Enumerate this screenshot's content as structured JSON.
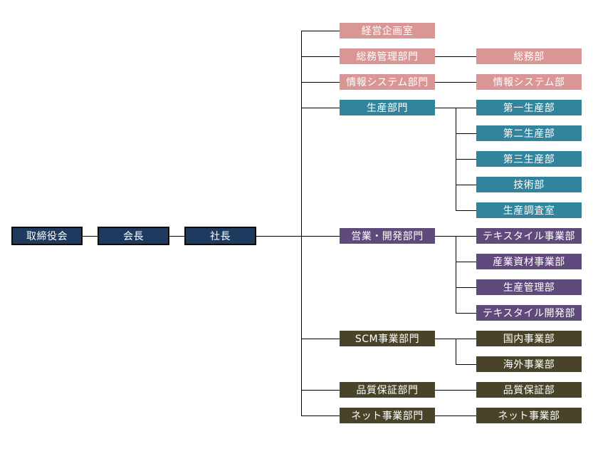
{
  "colors": {
    "executive": "#1f3a5f",
    "pink": "#d99694",
    "teal": "#31849b",
    "purple": "#604a7b",
    "olive": "#494429"
  },
  "executives": [
    "取締役会",
    "会長",
    "社長"
  ],
  "divisions": [
    {
      "name": "経営企画室",
      "color": "pink",
      "depts": []
    },
    {
      "name": "総務管理部門",
      "color": "pink",
      "depts": [
        "総務部"
      ]
    },
    {
      "name": "情報システム部門",
      "color": "pink",
      "depts": [
        "情報システム部"
      ]
    },
    {
      "name": "生産部門",
      "color": "teal",
      "depts": [
        "第一生産部",
        "第二生産部",
        "第三生産部",
        "技術部",
        "生産調査室"
      ]
    },
    {
      "name": "営業・開発部門",
      "color": "purple",
      "depts": [
        "テキスタイル事業部",
        "産業資材事業部",
        "生産管理部",
        "テキスタイル開発部"
      ]
    },
    {
      "name": "SCM事業部門",
      "color": "olive",
      "depts": [
        "国内事業部",
        "海外事業部"
      ]
    },
    {
      "name": "品質保証部門",
      "color": "olive",
      "depts": [
        "品質保証部"
      ]
    },
    {
      "name": "ネット事業部門",
      "color": "olive",
      "depts": [
        "ネット事業部"
      ]
    }
  ]
}
